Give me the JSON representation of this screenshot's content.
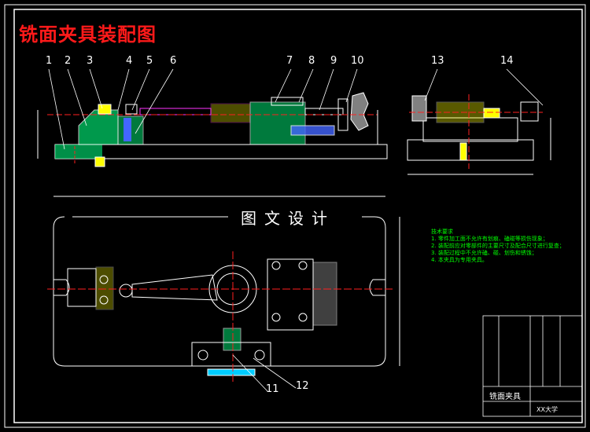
{
  "title": "铣面夹具装配图",
  "watermark": "图文设计",
  "callouts": [
    "1",
    "2",
    "3",
    "4",
    "5",
    "6",
    "7",
    "8",
    "9",
    "10",
    "13",
    "14",
    "11",
    "12"
  ],
  "dimensions": {
    "front_width": "",
    "top_width": "",
    "top_height": "",
    "side_width": ""
  },
  "tech_requirements": {
    "heading": "技术要求",
    "lines": [
      "1. 零件加工面不允许有划痕、磕碰等损伤现象；",
      "2. 装配前应对零部件的主要尺寸及配合尺寸进行复查；",
      "3. 装配过程中不允许磕、碰、划伤和锈蚀；",
      "4. 本夹具为专用夹具。"
    ]
  },
  "title_block": {
    "drawing_name": "铣面夹具",
    "school": "XX大学"
  },
  "colors": {
    "background": "#000000",
    "outline": "#ffffff",
    "part": "#e0e0e0",
    "hatch": "#00cc66",
    "yellow": "#ffff00",
    "magenta": "#ff33ff",
    "blue": "#4466ff",
    "red": "#ff2020",
    "cyan": "#00ffff",
    "green_text": "#00ff00"
  }
}
